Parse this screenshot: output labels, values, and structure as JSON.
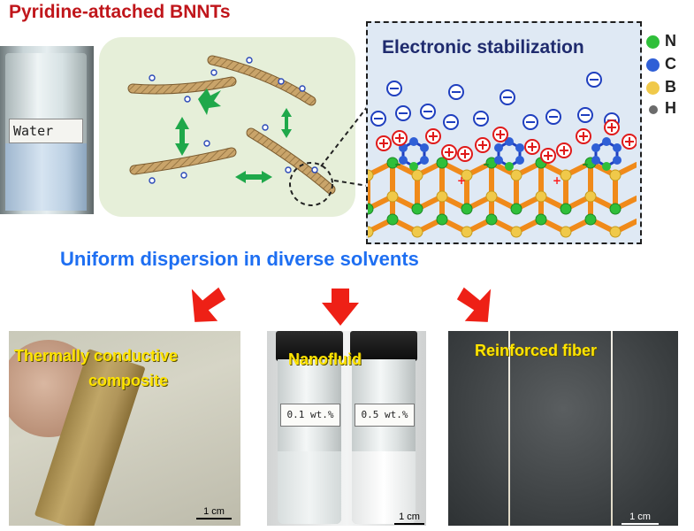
{
  "title": "Pyridine-attached BNNTs",
  "water_label": "Water",
  "electronic_stabilization": {
    "title": "Electronic stabilization",
    "legend": [
      {
        "symbol": "N",
        "color": "#2fbf3a"
      },
      {
        "symbol": "C",
        "color": "#2f5fd6"
      },
      {
        "symbol": "B",
        "color": "#f0c94a"
      },
      {
        "symbol": "H",
        "color": "#6b6b6b"
      }
    ],
    "colors": {
      "anion": "#1f3fbf",
      "cation": "#e01a1a",
      "lattice": "#f08a1a"
    }
  },
  "headline": "Uniform dispersion in diverse solvents",
  "panels": {
    "composite": {
      "label_line1": "Thermally conductive",
      "label_line2": "composite",
      "scale": "1 cm"
    },
    "nanofluid": {
      "label": "Nanofluid",
      "vial1": "0.1 wt.%",
      "vial2": "0.5 wt.%",
      "scale": "1 cm"
    },
    "fiber": {
      "label": "Reinforced fiber",
      "scale": "1 cm"
    }
  },
  "colors": {
    "title": "#c0161b",
    "headline": "#1e6ff2",
    "arrow_red": "#ee2016",
    "arrow_green": "#1fa84a",
    "label_yellow": "#ffe400"
  }
}
